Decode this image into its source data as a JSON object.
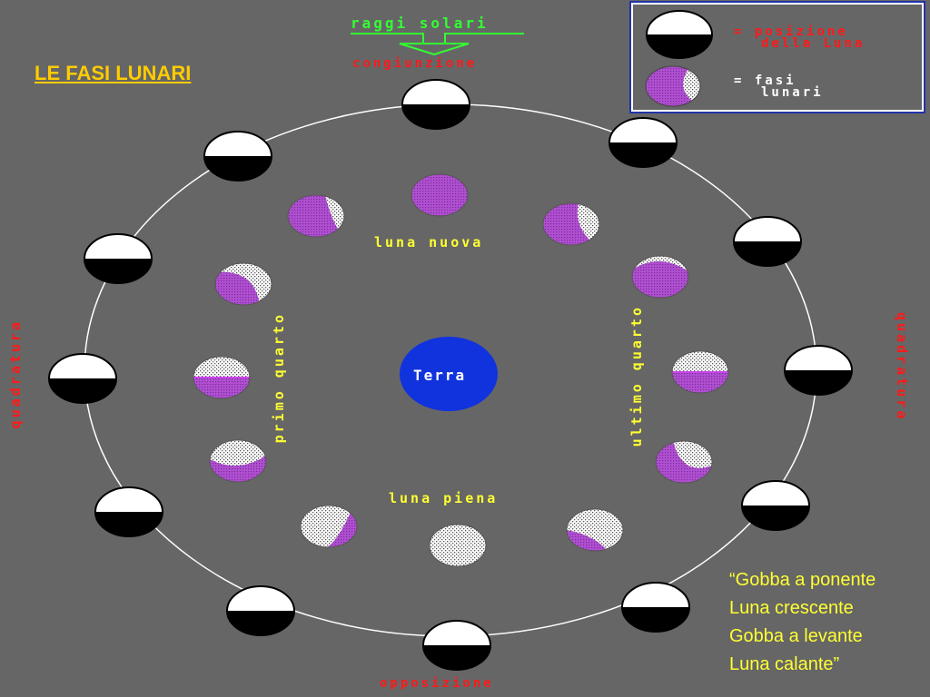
{
  "title": "LE FASI LUNARI",
  "labels": {
    "sun_rays": "raggi solari",
    "conjunction": "congiunzione",
    "opposition": "opposizione",
    "quadrature": "quadratura",
    "new_moon": "luna nuova",
    "full_moon": "luna piena",
    "first_quarter": "primo quarto",
    "last_quarter": "ultimo quarto",
    "earth": "Terra"
  },
  "legend": {
    "position_label_1": "= posizione",
    "position_label_2": "della Luna",
    "phase_label_1": "= fasi",
    "phase_label_2": "lunari"
  },
  "quote": {
    "line1": "“Gobba a ponente",
    "line2": "Luna crescente",
    "line3": "Gobba a levante",
    "line4": "Luna calante”"
  },
  "colors": {
    "background": "#666666",
    "title": "#ffcc00",
    "label_red": "#ff1a1a",
    "label_yellow": "#ffff33",
    "sun_rays": "#33ff33",
    "earth": "#1133dd",
    "phase_magenta": "#aa44cc"
  }
}
